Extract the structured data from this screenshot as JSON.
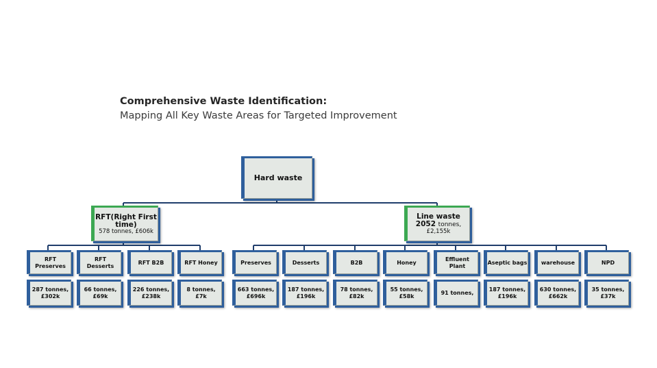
{
  "heading": {
    "title": "Comprehensive Waste Identification:",
    "subtitle": "Mapping All Key Waste Areas for Targeted Improvement"
  },
  "root": {
    "label": "Hard waste"
  },
  "rft": {
    "label": "RFT(Right First time)",
    "detail": "578 tonnes, £606k"
  },
  "line": {
    "label": "Line waste",
    "value": "2052",
    "unit": "tonnes,",
    "cost": "£2,155k"
  },
  "rft_children": [
    {
      "label": "RFT Preserves",
      "detail": "287 tonnes, £302k"
    },
    {
      "label": "RFT Desserts",
      "detail": "66 tonnes, £69k"
    },
    {
      "label": "RFT B2B",
      "detail": "226 tonnes, £238k"
    },
    {
      "label": "RFT Honey",
      "detail": "8 tonnes, £7k"
    }
  ],
  "line_children": [
    {
      "label": "Preserves",
      "detail": "663 tonnes, £696k"
    },
    {
      "label": "Desserts",
      "detail": "187 tonnes, £196k"
    },
    {
      "label": "B2B",
      "detail": "78 tonnes, £82k"
    },
    {
      "label": "Honey",
      "detail": "55 tonnes, £58k"
    },
    {
      "label": "Effluent Plant",
      "detail": "91 tonnes,"
    },
    {
      "label": "Aseptic bags",
      "detail": "187 tonnes, £196k"
    },
    {
      "label": "warehouse",
      "detail": "630 tonnes, £662k"
    },
    {
      "label": "NPD",
      "detail": "35 tonnes, £37k"
    }
  ],
  "colors": {
    "connector": "#1f3d6b",
    "accent_blue": "#2f5f9c",
    "accent_green": "#3ca852",
    "box_fill": "#e4e8e4"
  }
}
